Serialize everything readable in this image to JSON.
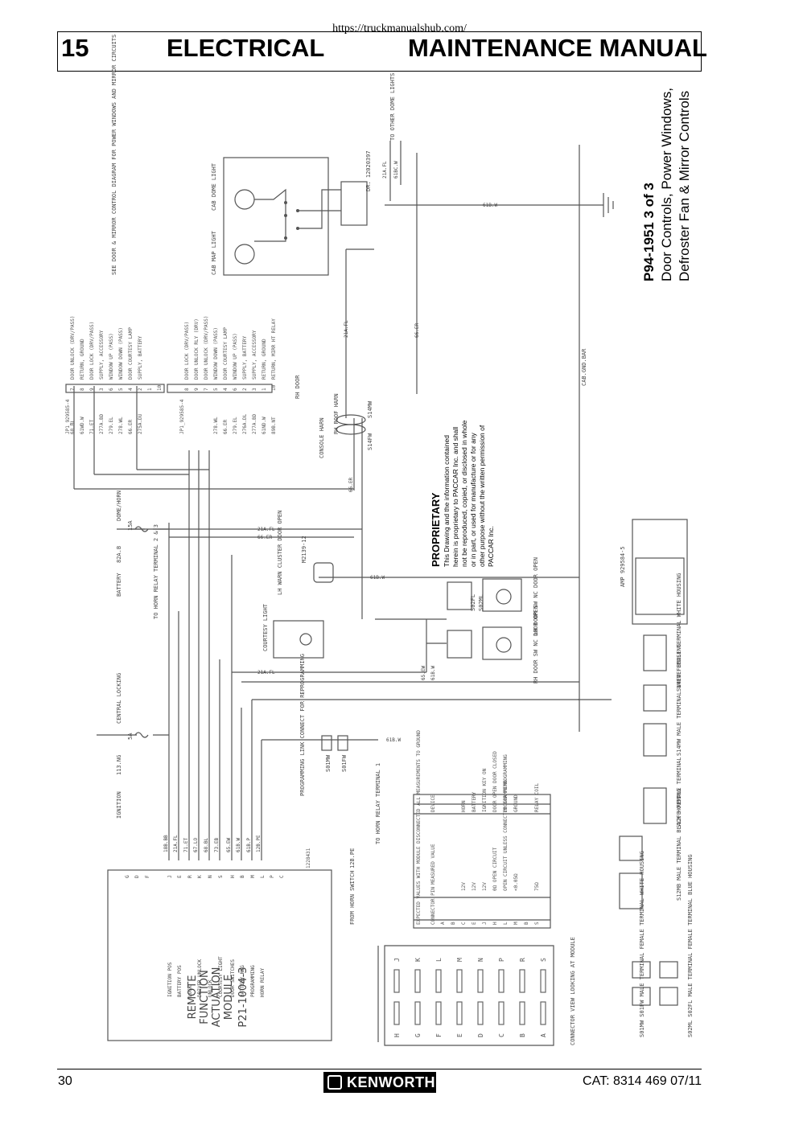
{
  "header": {
    "url": "https://truckmanualshub.com/",
    "chapter_number": "15",
    "section": "ELECTRICAL",
    "manual_title": "MAINTENANCE MANUAL"
  },
  "diagram": {
    "drawing_number": "P94-1951 3 of 3",
    "title_line1": "Door Controls, Power Windows,",
    "title_line2": "Defroster Fan & Mirror Controls",
    "proprietary_heading": "PROPRIETARY",
    "proprietary_lines": [
      "This Drawing and the information contained",
      "herein is proprietary to PACCAR Inc. and shall",
      "not be reproduced, copied, or disclosed in whole",
      "or in part, or used for manufacture or for any",
      "other purpose without the written permission of",
      "PACCAR Inc."
    ],
    "module_lines": [
      "REMOTE",
      "FUNCTION",
      "ACTUATION",
      "MODULE"
    ],
    "module_part": "P21-1004-3",
    "module_pins": [
      {
        "label": "IGNITION POS",
        "pin": "J",
        "wire": "18B.BB"
      },
      {
        "label": "BATTERY POS",
        "pin": "E",
        "wire": "21A.FL"
      },
      {
        "label": "LOCK",
        "pin": "R",
        "wire": "71.ET"
      },
      {
        "label": "DRIVER UNLOCK",
        "pin": "K",
        "wire": "67.LO"
      },
      {
        "label": "UNLOCK",
        "pin": "N",
        "wire": "68.BL"
      },
      {
        "label": "COURTESY LIGHT",
        "pin": "S",
        "wire": "73.EB"
      },
      {
        "label": "DOOR SWITCHES",
        "pin": "H",
        "wire": "65.EW"
      },
      {
        "label": "BATTERY NEG",
        "pin": "B",
        "wire": "61B.W"
      },
      {
        "label": "PROGRAMMING",
        "pin": "M",
        "wire": "61B.P"
      },
      {
        "label": "HORN RELAY",
        "pin": "L",
        "wire": "12B.PE"
      }
    ],
    "spare_pins": [
      "G",
      "D",
      "F",
      "P",
      "C"
    ],
    "module_connector_ref": "1228431",
    "jp1_top": {
      "ref": "JP1_929585-4",
      "rows": [
        {
          "num": "7",
          "wire": "68.BL",
          "func": "DOOR UNLOCK (DRV/PASS)"
        },
        {
          "num": "8",
          "wire": "61WD.W",
          "func": "RETURN, GROUND"
        },
        {
          "num": "9",
          "wire": "71.ET",
          "func": "DOOR LOCK (DRV/PASS)"
        },
        {
          "num": "3",
          "wire": "277A.BD",
          "func": "SUPPLY, ACCESSORY"
        },
        {
          "num": "6",
          "wire": "279.EL",
          "func": "WINDOW UP (PASS)"
        },
        {
          "num": "5",
          "wire": "278.WL",
          "func": "WINDOW DOWN (PASS)"
        },
        {
          "num": "4",
          "wire": "66.ER",
          "func": "DOOR COURTESY LAMP"
        },
        {
          "num": "2",
          "wire": "275A.DU",
          "func": "SUPPLY, BATTERY"
        },
        {
          "num": "1",
          "wire": "",
          "func": ""
        },
        {
          "num": "10",
          "wire": "",
          "func": ""
        }
      ]
    },
    "jp1_bottom": {
      "ref": "JP1_929585-4",
      "rows": [
        {
          "num": "8",
          "wire": "",
          "func": "DOOR LOCK (DRV/PASS)"
        },
        {
          "num": "9",
          "wire": "",
          "func": "DOOR UNLOCK RLY (DRV)"
        },
        {
          "num": "7",
          "wire": "",
          "func": "DOOR UNLOCK (DRV/PASS)"
        },
        {
          "num": "5",
          "wire": "278.WL",
          "func": "WINDOW DOWN (PASS)"
        },
        {
          "num": "4",
          "wire": "66.ER",
          "func": "DOOR COURTESY LAMP"
        },
        {
          "num": "6",
          "wire": "279.EL",
          "func": "WINDOW UP (PASS)"
        },
        {
          "num": "2",
          "wire": "276A.DL",
          "func": "SUPPLY, BATTERY"
        },
        {
          "num": "3",
          "wire": "277A.BD",
          "func": "SUPPLY, ACCESSORY"
        },
        {
          "num": "1",
          "wire": "61ND.W",
          "func": "RETURN, GROUND"
        },
        {
          "num": "10",
          "wire": "89B.NT",
          "func": "RETURN, MIRR HT RELAY"
        }
      ]
    },
    "rh_door_label": "RH DOOR",
    "see_note": "SEE DOOR & MIRROR CONTROL DIAGRAM FOR POWER WINDOWS AND MIRROR CIRCUITS",
    "cab_map_light": "CAB MAP LIGHT",
    "cab_dome_light": "CAB DOME LIGHT",
    "dome_connector": "DR. 12020397",
    "to_other_dome": "TO OTHER DOME LIGHTS",
    "cab_gnd_bar": "CAB.GND.BAR",
    "wire_21a_fl": "21A.FL",
    "wire_61bc_w": "61BC.W",
    "wire_61b_w": "61B.W",
    "wire_66_er": "66.ER",
    "wire_65_ew": "65.EW",
    "battery": "BATTERY",
    "battery_wire": "82A.B",
    "fuse_15a": "15A",
    "dome_horn": "DOME/HORN",
    "to_horn_relay_23": "TO HORN RELAY TERMINAL 2 & 3",
    "ignition": "IGNITION",
    "ignition_wire": "113.NG",
    "fuse_5a": "5A",
    "central_locking": "CENTRAL LOCKING",
    "lh_warn": "LH WARN CLUSTER DOOR OPEN",
    "lh_warn_ref": "M2139-12",
    "courtesy_light": "COURTESY LIGHT",
    "console_harn": "CONSOLE HARN",
    "rh_roof_harn": "RH ROOF HARN",
    "s14fw": "S14FW",
    "s14mw": "S14MW",
    "prog_link": "PROGRAMMING LINK CONNECT FOR REPROGRAMMING",
    "s01mw": "S01MW",
    "s01fw": "S01FW",
    "to_horn_relay_1": "TO HORN RELAY TERMINAL 1",
    "from_horn_switch": "FROM HORN SWITCH",
    "from_horn_wire": "12B.PE",
    "lh_door_sw": "LH DOOR SW NC DOOR OPEN",
    "rh_door_sw": "RH DOOR SW NC DOOR OPEN",
    "s02fl": "S02FL",
    "s02ml": "S02ML",
    "amp_ref": "AMP 929584-5",
    "table": {
      "title": "EXPECTED VALUES WITH MODULE DISCONNECTED ALL MEASUREMENTS TO GROUND",
      "headers": [
        "CONNECTOR PIN",
        "MEASURED VALUE",
        "DEVICE"
      ],
      "rows": [
        [
          "A",
          "",
          ""
        ],
        [
          "B",
          "",
          ""
        ],
        [
          "C",
          "12V",
          "HORN"
        ],
        [
          "E",
          "12V",
          "BATTERY"
        ],
        [
          "J",
          "12V",
          "IGNITION KEY ON"
        ],
        [
          "H",
          "0Ω OPEN CIRCUIT",
          "DOOR OPEN DOOR CLOSED"
        ],
        [
          "L",
          "OPEN CIRCUIT UNLESS CONNECTED FOR REPROGRAMMING",
          "PROGRAMMING"
        ],
        [
          "M",
          "<0.05Ω",
          "GROUND"
        ],
        [
          "B",
          "",
          ""
        ],
        [
          "S",
          "75Ω",
          "RELAY COIL"
        ]
      ]
    },
    "connector_view": "CONNECTOR VIEW LOOKING AT MODULE",
    "connector_pins_top": [
      "J",
      "K",
      "L",
      "M",
      "N",
      "P",
      "R",
      "S"
    ],
    "connector_pins_bottom": [
      "H",
      "G",
      "F",
      "E",
      "D",
      "C",
      "B",
      "A"
    ],
    "housing_labels": {
      "s14mw": "S14MW MALE TERMINAL WHITE HOUSING",
      "s14fw": "S14FW FEMALE TERMINAL WHITE HOUSING",
      "s12mb": "S12MB MALE TERMINAL BLACK HOUSING",
      "s12fb": "S12FB FEMALE TERMINAL",
      "s01": "S01MW S01FW MALE TERMINAL FEMALE TERMINAL WHITE HOUSING",
      "s02": "S02ML S02FL MALE TERMINAL FEMALE TERMINAL BLUE HOUSING"
    }
  },
  "footer": {
    "page": "30",
    "brand": "KENWORTH",
    "catalog": "CAT: 8314 469 07/11"
  }
}
